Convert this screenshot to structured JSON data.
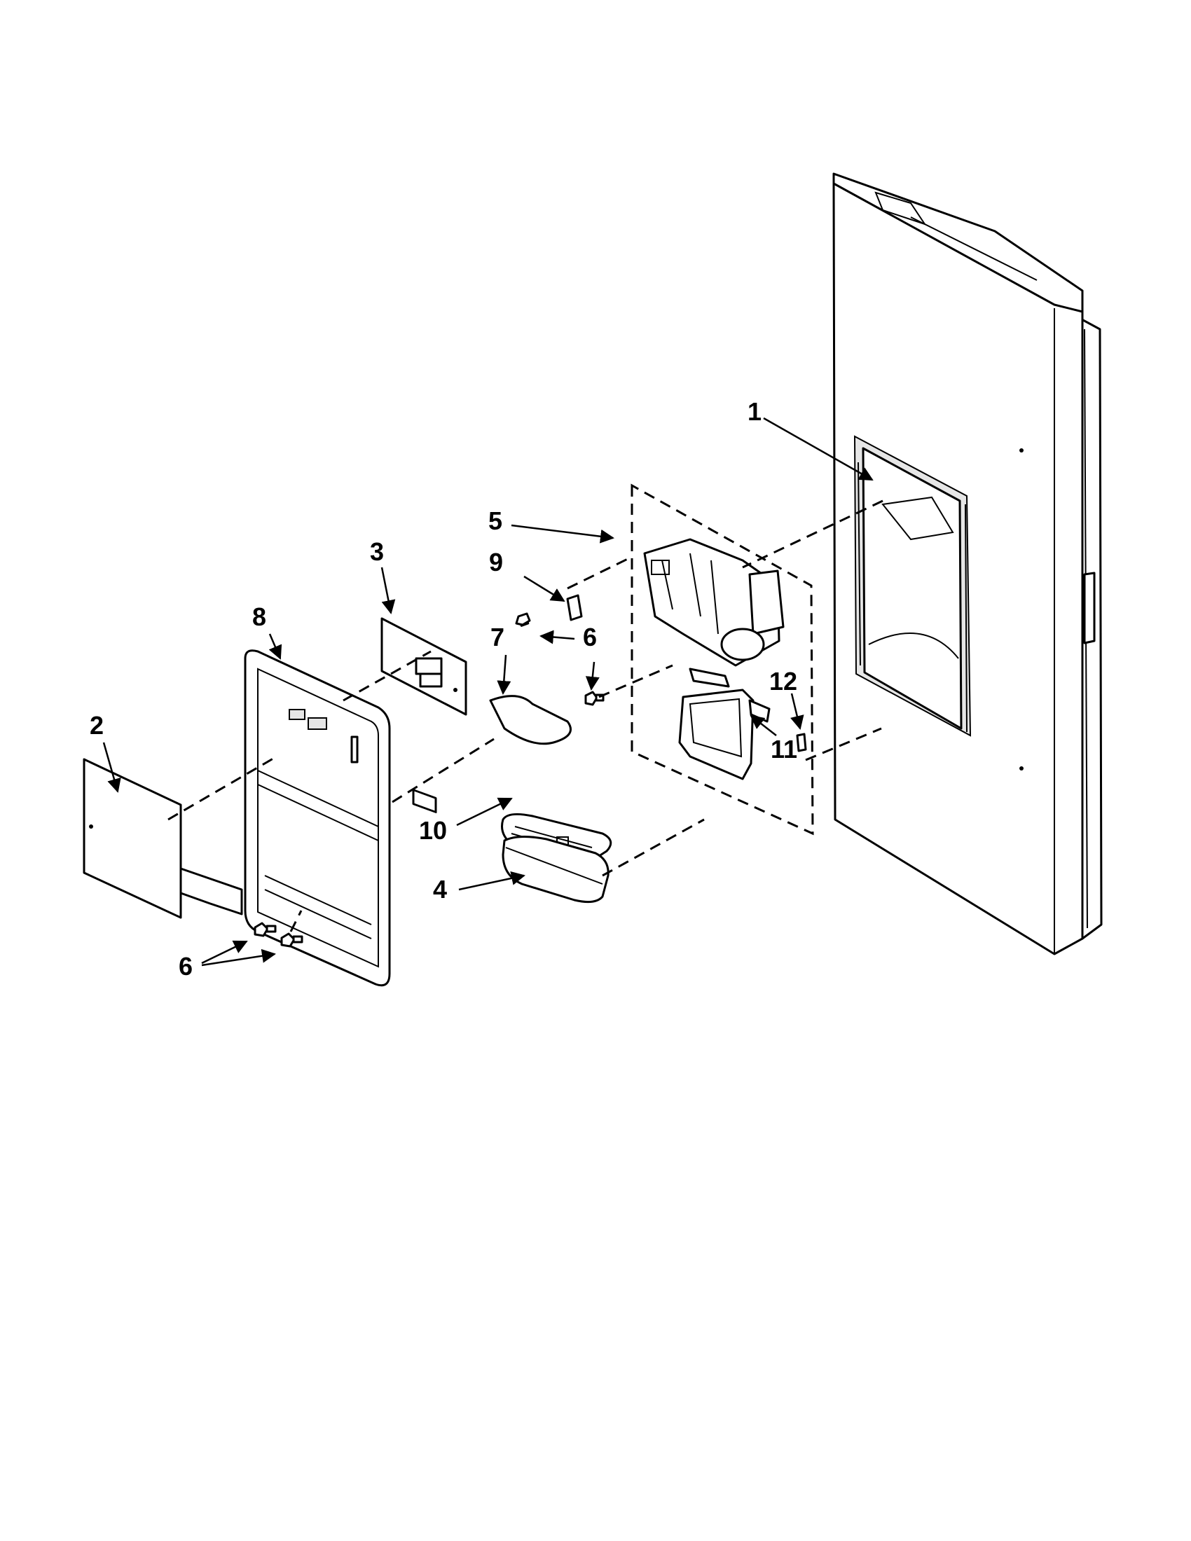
{
  "diagram": {
    "callouts": {
      "c1": "1",
      "c2": "2",
      "c3": "3",
      "c4": "4",
      "c5": "5",
      "c6a": "6",
      "c6b": "6",
      "c7": "7",
      "c8": "8",
      "c9": "9",
      "c10": "10",
      "c11": "11",
      "c12": "12"
    }
  }
}
